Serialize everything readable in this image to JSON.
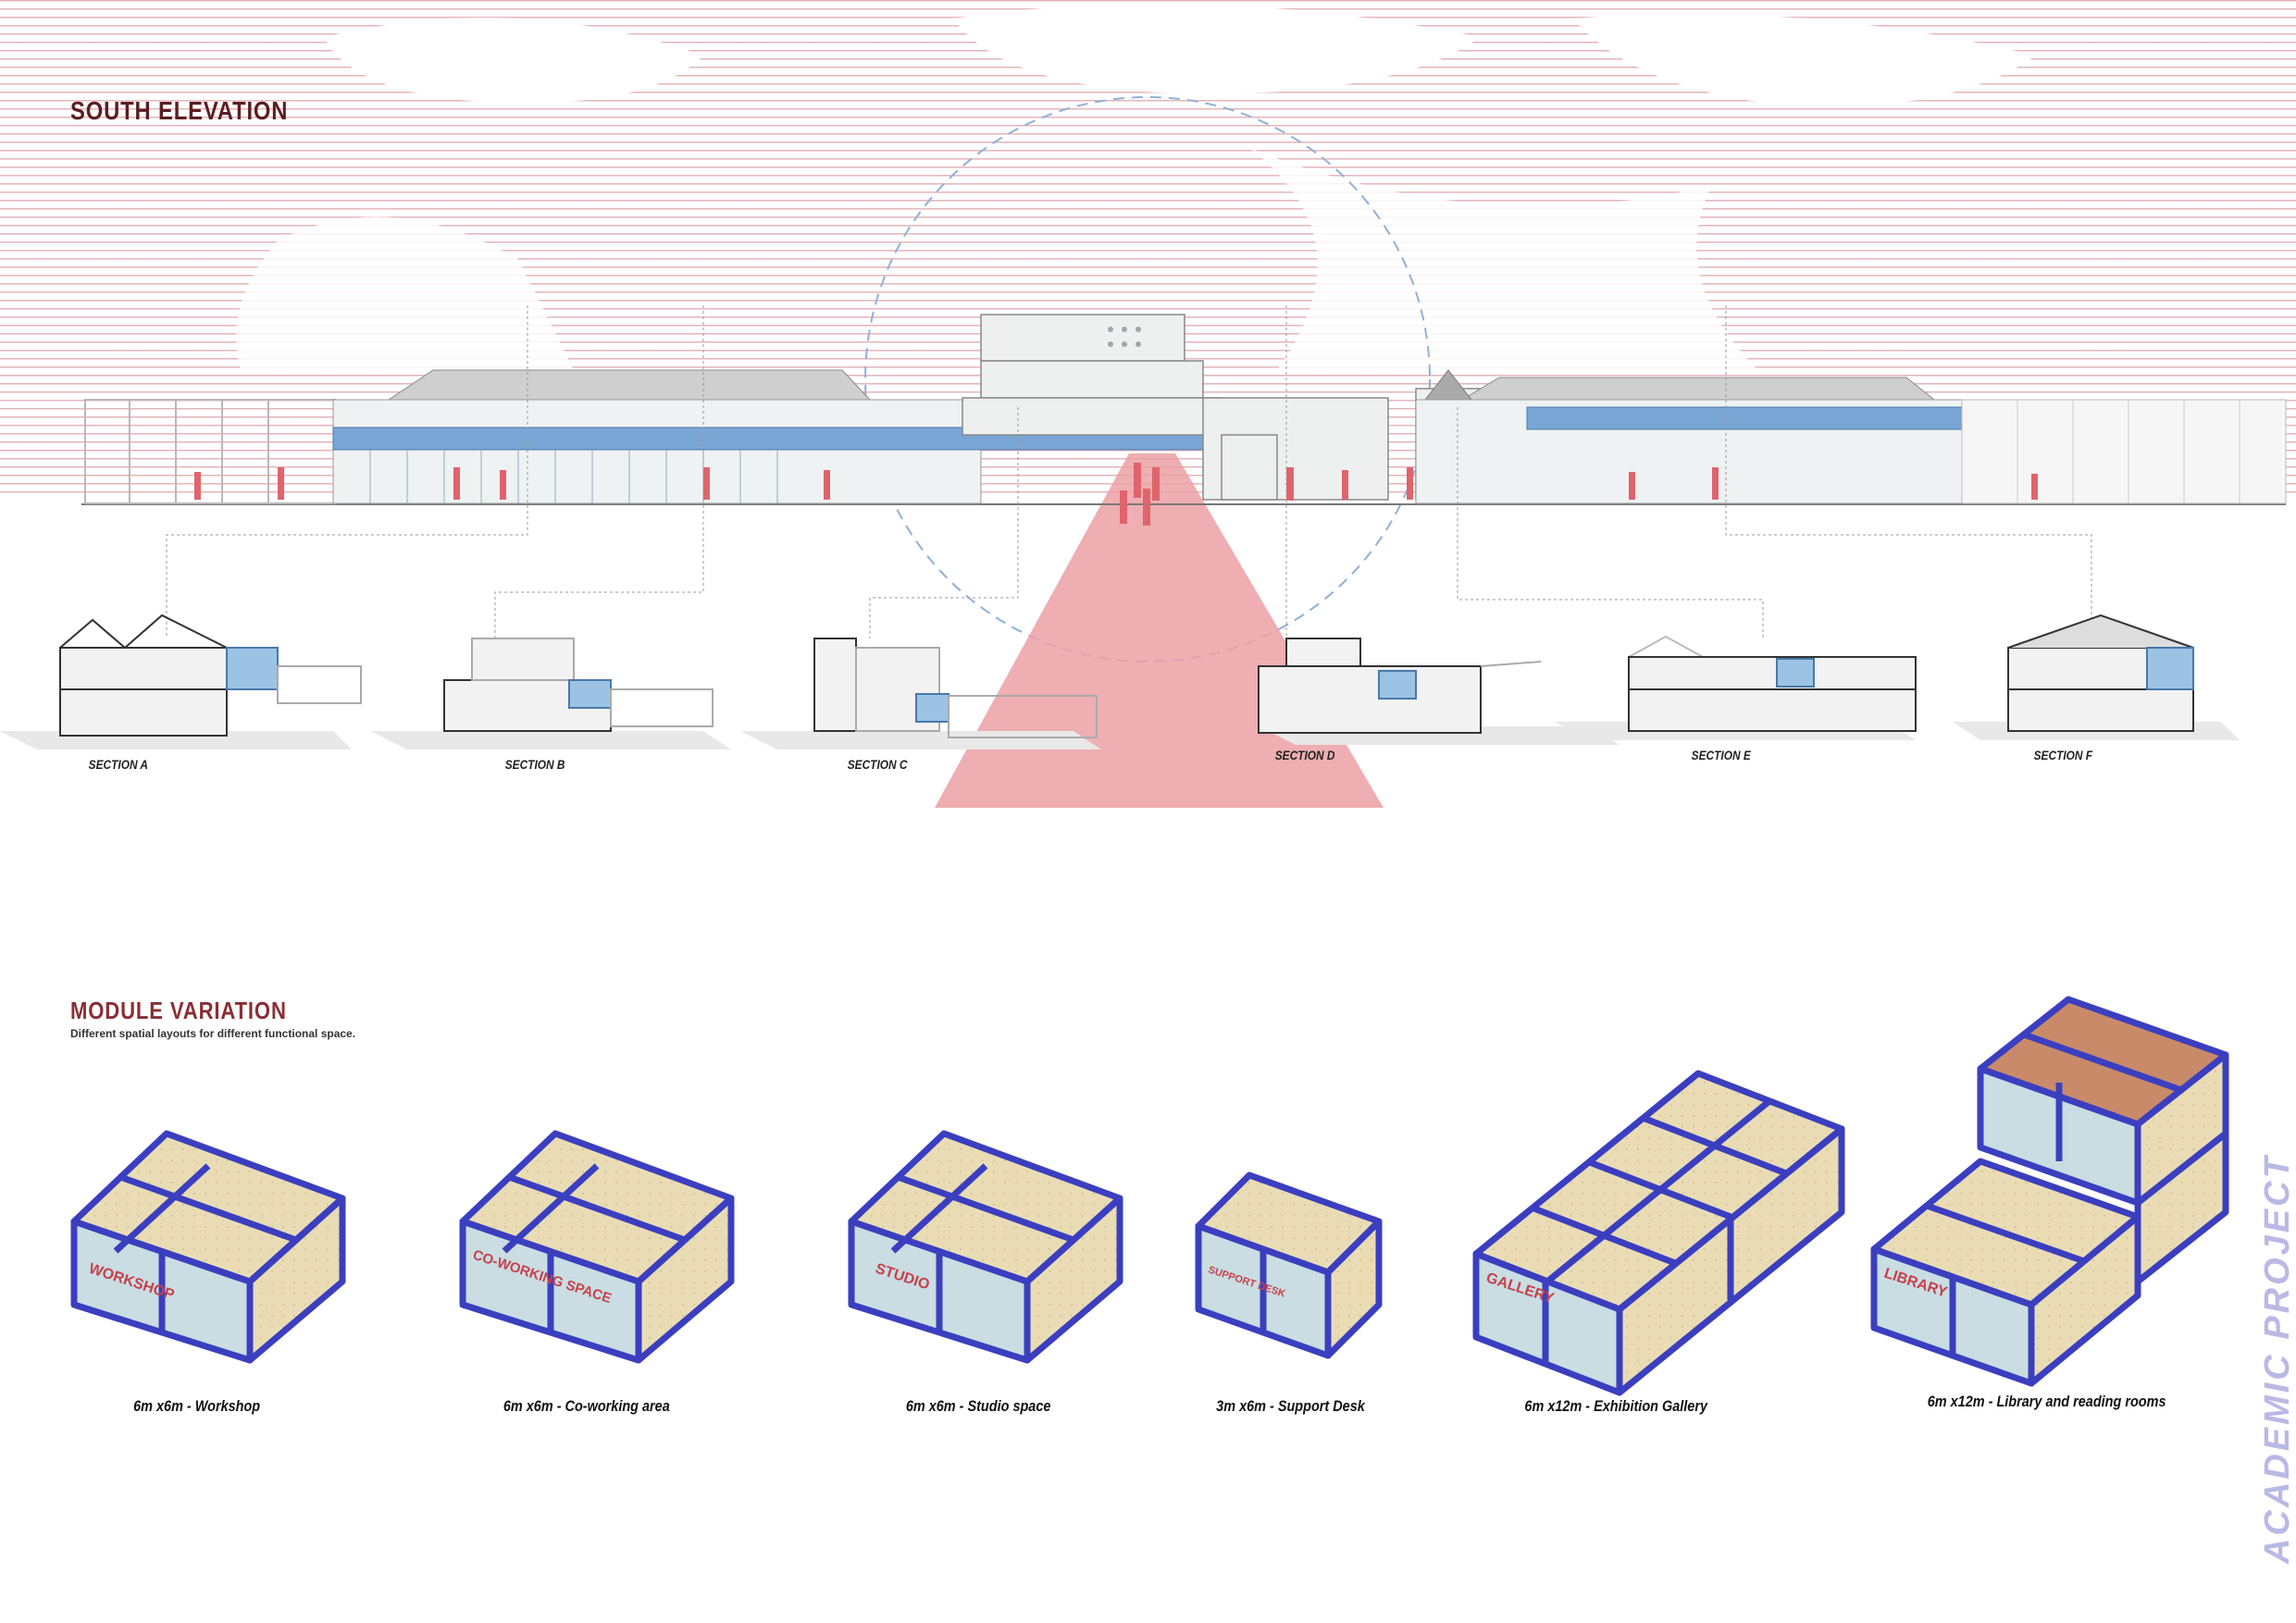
{
  "titles": {
    "south_elevation": "SOUTH ELEVATION",
    "module_variation": "MODULE VARIATION",
    "module_subtitle": "Different spatial layouts for different functional space."
  },
  "sections": [
    {
      "label": "SECTION A"
    },
    {
      "label": "SECTION B"
    },
    {
      "label": "SECTION C"
    },
    {
      "label": "SECTION D"
    },
    {
      "label": "SECTION E"
    },
    {
      "label": "SECTION F"
    }
  ],
  "modules": [
    {
      "label": "6m x6m - Workshop",
      "sign": "WORKSHOP"
    },
    {
      "label": "6m x6m - Co-working area",
      "sign": "CO-WORKING SPACE"
    },
    {
      "label": "6m x6m - Studio space",
      "sign": "STUDIO"
    },
    {
      "label": "3m x6m - Support Desk",
      "sign": "SUPPORT DESK"
    },
    {
      "label": "6m x12m - Exhibition Gallery",
      "sign": "GALLERY"
    },
    {
      "label": "6m x12m - Library and reading rooms",
      "sign": "LIBRARY"
    }
  ],
  "watermark": "ACADEMIC PROJECT",
  "colors": {
    "frame_blue": "#3b3fbf",
    "accent_red": "#e6787f",
    "facade_blue": "#7aa6d6",
    "plywood": "#e9dcb5"
  }
}
